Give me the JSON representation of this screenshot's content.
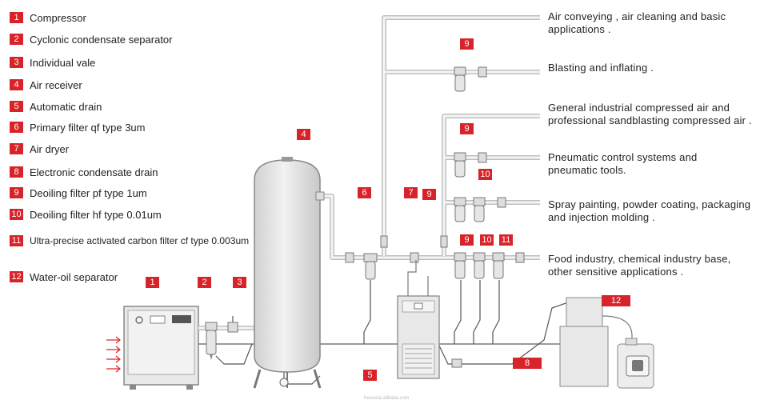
{
  "legend": [
    {
      "num": "1",
      "label": "Compressor"
    },
    {
      "num": "2",
      "label": "Cyclonic condensate separator"
    },
    {
      "num": "3",
      "label": "Individual vale"
    },
    {
      "num": "4",
      "label": "Air receiver"
    },
    {
      "num": "5",
      "label": "Automatic drain"
    },
    {
      "num": "6",
      "label": "Primary filter qf type 3um"
    },
    {
      "num": "7",
      "label": "Air dryer"
    },
    {
      "num": "8",
      "label": "Electronic condensate drain"
    },
    {
      "num": "9",
      "label": "Deoiling filter pf type 1um"
    },
    {
      "num": "10",
      "label": "Deoiling filter hf type 0.01um"
    },
    {
      "num": "11",
      "label": "Ultra-precise activated carbon filter cf type 0.003um"
    },
    {
      "num": "12",
      "label": "Water-oil separator"
    }
  ],
  "applications": [
    {
      "line1": "Air conveying , air cleaning and basic",
      "line2": "applications ."
    },
    {
      "line1": "Blasting and inflating .",
      "line2": ""
    },
    {
      "line1": "General industrial compressed air and",
      "line2": "professional sandblasting compressed air ."
    },
    {
      "line1": "Pneumatic control systems and",
      "line2": "pneumatic tools."
    },
    {
      "line1": "Spray painting, powder coating, packaging",
      "line2": "and injection molding ."
    },
    {
      "line1": "Food industry, chemical industry base,",
      "line2": "other sensitive applications ."
    }
  ],
  "tags": {
    "t1": "1",
    "t2": "2",
    "t3": "3",
    "t4": "4",
    "t5": "5",
    "t6": "6",
    "t7": "7",
    "t8": "8",
    "t9a": "9",
    "t9b": "9",
    "t9c": "9",
    "t9d": "9",
    "t10a": "10",
    "t10b": "10",
    "t11": "11",
    "t12": "12"
  },
  "colors": {
    "badge": "#d9232a",
    "pipe": "#cfcfcf",
    "equipment": "#e6e6e6",
    "inlet_arrow": "#d9232a"
  },
  "credit": "fuuvucai.alibaba.com"
}
